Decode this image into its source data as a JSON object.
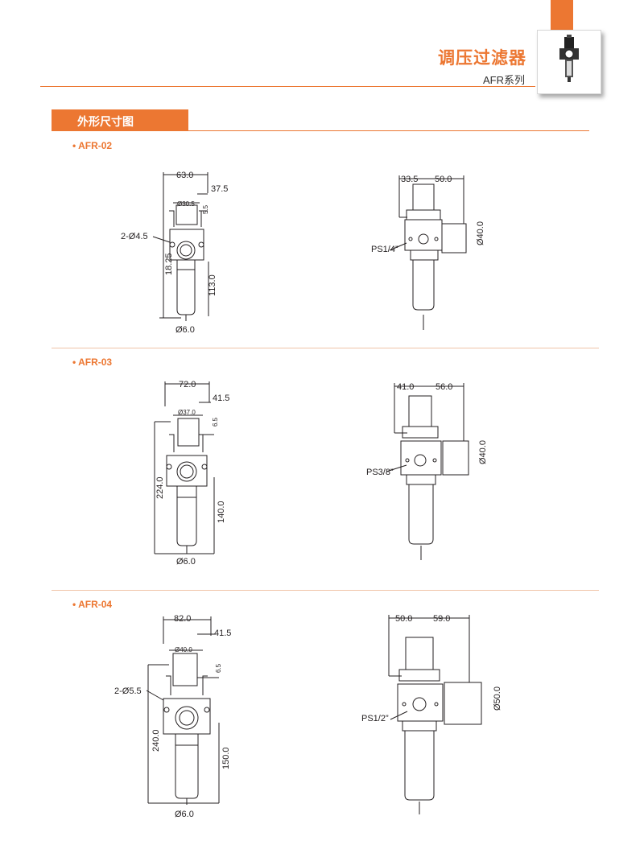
{
  "header": {
    "title": "调压过滤器",
    "series": "AFR系列"
  },
  "section": {
    "title": "外形尺寸图"
  },
  "models": [
    {
      "name": "• AFR-02",
      "front": {
        "width": "63.0",
        "depth": "37.5",
        "knob_dia": "Ø30.5",
        "offset": "5.5",
        "mount_holes": "2-Ø4.5",
        "height_total": "18.25",
        "height_lower": "113.0",
        "drain": "Ø6.0"
      },
      "side": {
        "left": "33.5",
        "right": "50.0",
        "gauge": "Ø40.0",
        "port": "PS1/4”"
      }
    },
    {
      "name": "• AFR-03",
      "front": {
        "width": "72.0",
        "depth": "41.5",
        "knob_dia": "Ø37.0",
        "offset": "6.5",
        "height_total": "224.0",
        "height_lower": "140.0",
        "drain": "Ø6.0"
      },
      "side": {
        "left": "41.0",
        "right": "56.0",
        "gauge": "Ø40.0",
        "port": "PS3/8”"
      }
    },
    {
      "name": "• AFR-04",
      "front": {
        "width": "82.0",
        "depth": "41.5",
        "knob_dia": "Ø40.0",
        "offset": "6.5",
        "mount_holes": "2-Ø5.5",
        "height_total": "240.0",
        "height_lower": "150.0",
        "drain": "Ø6.0"
      },
      "side": {
        "left": "50.0",
        "right": "59.0",
        "gauge": "Ø50.0",
        "port": "PS1/2”"
      }
    }
  ]
}
